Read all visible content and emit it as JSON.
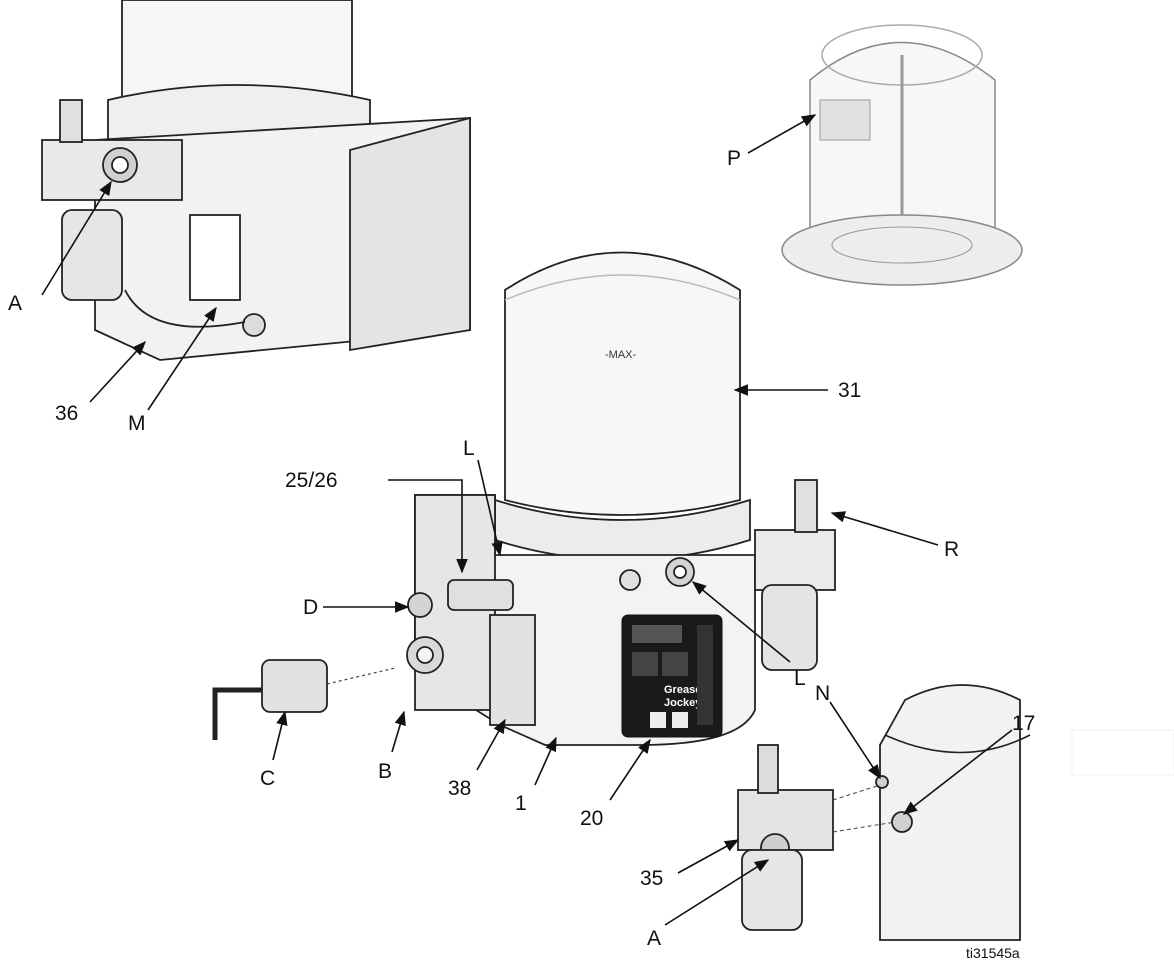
{
  "figure": {
    "id_text": "ti31545a",
    "max_mark": "-MAX-",
    "panel_brand": [
      "Grease",
      "Jockey"
    ]
  },
  "callouts": {
    "A_top": "A",
    "A_bottom": "A",
    "B": "B",
    "C": "C",
    "D": "D",
    "L_top": "L",
    "L_right": "L",
    "M": "M",
    "N": "N",
    "P": "P",
    "R": "R",
    "n1": "1",
    "n17": "17",
    "n20": "20",
    "n25_26": "25/26",
    "n31": "31",
    "n35": "35",
    "n36": "36",
    "n38": "38"
  },
  "colors": {
    "ink": "#111111",
    "body_fill": "#f4f4f4",
    "shade": "#d9d9d9",
    "panel": "#1a1a1a"
  }
}
